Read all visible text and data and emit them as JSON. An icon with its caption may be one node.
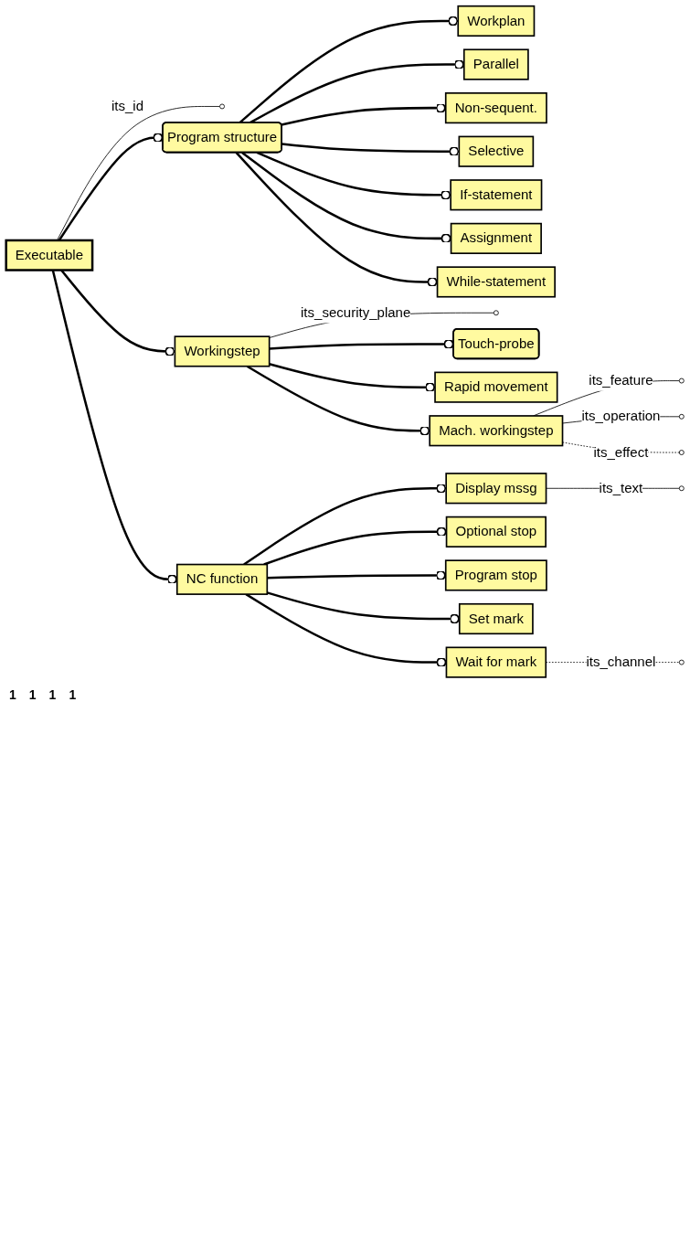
{
  "diagram": {
    "nodes": [
      {
        "text": [
          "Executable"
        ]
      },
      {
        "text": [],
        "shape": "circle"
      },
      {
        "text": [
          "Program structure"
        ]
      },
      {
        "text": [
          "Workplan"
        ]
      },
      {
        "text": [
          "Parallel"
        ]
      },
      {
        "text": [
          "Non-sequent."
        ]
      },
      {
        "text": [
          "Selective"
        ]
      },
      {
        "text": [
          "If-statement"
        ]
      },
      {
        "text": [
          "Assignment"
        ]
      },
      {
        "text": [
          "While-statement"
        ]
      },
      {
        "text": [
          "Workingstep"
        ]
      },
      {
        "text": [],
        "shape": "circle"
      },
      {
        "text": [
          "Touch-probe"
        ]
      },
      {
        "text": [
          "Rapid movement"
        ]
      },
      {
        "text": [
          "Mach. workingstep"
        ]
      },
      {
        "text": [],
        "shape": "circle"
      },
      {
        "text": [],
        "shape": "circle"
      },
      {
        "text": [],
        "shape": "circle"
      },
      {
        "text": [
          "NC function"
        ]
      },
      {
        "text": [
          "Display mssg"
        ]
      },
      {
        "text": [],
        "shape": "circle"
      },
      {
        "text": [
          "Optional stop"
        ]
      },
      {
        "text": [
          "Program stop"
        ]
      },
      {
        "text": [
          "Set mark"
        ]
      },
      {
        "text": [
          "Wait for mark"
        ]
      },
      {
        "text": [],
        "shape": "circle"
      }
    ],
    "edges": [
      {
        "from": 0,
        "to": 1,
        "label": "its_id",
        "arrow": "none"
      },
      {
        "from": 0,
        "to": 2,
        "arrow": "other"
      },
      {
        "from": 2,
        "to": 3,
        "arrow": "other"
      },
      {
        "from": 2,
        "to": 4,
        "arrow": "other"
      },
      {
        "from": 2,
        "to": 5,
        "arrow": "other"
      },
      {
        "from": 2,
        "to": 6,
        "arrow": "other"
      },
      {
        "from": 2,
        "to": 7,
        "arrow": "other"
      },
      {
        "from": 2,
        "to": 8,
        "arrow": "other"
      },
      {
        "from": 2,
        "to": 9,
        "arrow": "other"
      },
      {
        "from": 0,
        "to": 10,
        "arrow": "other"
      },
      {
        "from": 10,
        "to": 11,
        "label": "its_security_plane",
        "arrow": "none"
      },
      {
        "from": 10,
        "to": 12,
        "arrow": "other"
      },
      {
        "from": 10,
        "to": 13,
        "arrow": "other"
      },
      {
        "from": 10,
        "to": 14,
        "arrow": "other"
      },
      {
        "from": 14,
        "to": 15,
        "label": "its_feature",
        "arrow": "none"
      },
      {
        "from": 14,
        "to": 16,
        "label": "its_operation",
        "arrow": "none"
      },
      {
        "from": 14,
        "to": 17,
        "label": "its_effect",
        "arrow": "none",
        "style": "dashed"
      },
      {
        "from": 0,
        "to": 18,
        "arrow": "other"
      },
      {
        "from": 18,
        "to": 19,
        "arrow": "other"
      },
      {
        "from": 19,
        "to": 20,
        "label": "its_text",
        "arrow": "none"
      },
      {
        "from": 18,
        "to": 21,
        "arrow": "other"
      },
      {
        "from": 18,
        "to": 22,
        "arrow": "other"
      },
      {
        "from": 18,
        "to": 23,
        "arrow": "other"
      },
      {
        "from": 18,
        "to": 24,
        "arrow": "other"
      },
      {
        "from": 24,
        "to": 25,
        "label": "its_channel",
        "arrow": "none",
        "style": "dashed"
      }
    ],
    "labels": [
      "1",
      "1",
      "1",
      "1"
    ]
  }
}
